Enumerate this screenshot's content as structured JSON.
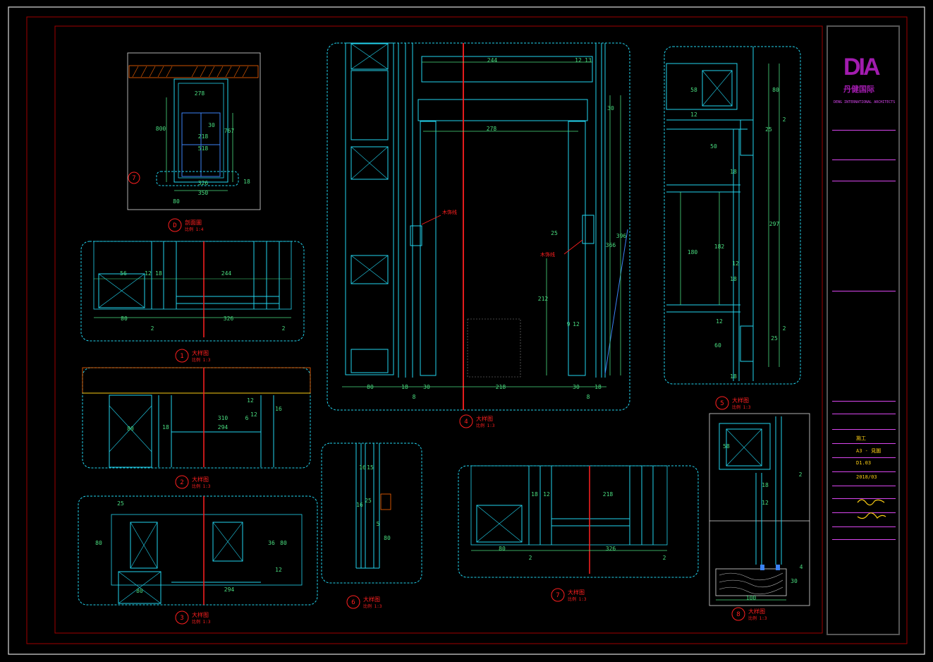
{
  "colors": {
    "background": "#000000",
    "frame": "#c00000",
    "cyan": "#22d3ee",
    "blue": "#3b82f6",
    "red": "#ff2020",
    "green": "#4ade80",
    "yellow": "#facc15",
    "magenta": "#d946ef",
    "brand": "#a21caf"
  },
  "title_block": {
    "logo": "DIA",
    "logo_sub": "丹健国际",
    "firm_en": "DENG INTERNATIONAL ARCHITECTS",
    "date_label": "2018/03",
    "sheet_no": "D1.03",
    "scale": "A3 - 見圖",
    "drawn": "施工"
  },
  "details": {
    "d": {
      "num": "D",
      "title": "剖面圖",
      "scale": "比例 1:4"
    },
    "d1": {
      "num": "1",
      "title": "大样图",
      "scale": "比例 1:3"
    },
    "d2": {
      "num": "2",
      "title": "大样图",
      "scale": "比例 1:3"
    },
    "d3": {
      "num": "3",
      "title": "大样图",
      "scale": "比例 1:3"
    },
    "d4": {
      "num": "4",
      "title": "大样图",
      "scale": "比例 1:3"
    },
    "d5": {
      "num": "5",
      "title": "大样图",
      "scale": "比例 1:3"
    },
    "d6": {
      "num": "6",
      "title": "大样图",
      "scale": "比例 1:3"
    },
    "d7": {
      "num": "7",
      "title": "大样图",
      "scale": "比例 1:3"
    },
    "d8": {
      "num": "8",
      "title": "大样图",
      "scale": "比例 1:3"
    }
  },
  "dims": {
    "dD": [
      "278",
      "30",
      "218",
      "518",
      "767",
      "800",
      "326",
      "350",
      "80",
      "18",
      "7"
    ],
    "d1": [
      "56",
      "12",
      "18",
      "244",
      "80",
      "326",
      "2",
      "2"
    ],
    "d2": [
      "80",
      "310",
      "294",
      "18",
      "6",
      "12",
      "16",
      "12"
    ],
    "d3": [
      "25",
      "80",
      "80",
      "36",
      "80",
      "294",
      "12"
    ],
    "d4": [
      "244",
      "12",
      "13",
      "278",
      "30",
      "25",
      "212",
      "366",
      "396",
      "80",
      "18",
      "30",
      "218",
      "30",
      "18",
      "8",
      "8",
      "12",
      "9"
    ],
    "d4_notes": [
      "木饰线",
      "木饰线"
    ],
    "d5": [
      "80",
      "58",
      "12",
      "25",
      "2",
      "50",
      "18",
      "297",
      "180",
      "182",
      "12",
      "18",
      "18",
      "60",
      "25",
      "12",
      "2"
    ],
    "d6": [
      "16",
      "15",
      "16",
      "5",
      "80",
      "25"
    ],
    "d7": [
      "218",
      "80",
      "326",
      "2",
      "2",
      "18",
      "12"
    ],
    "d8": [
      "58",
      "2",
      "100",
      "4",
      "30",
      "18",
      "12"
    ]
  }
}
